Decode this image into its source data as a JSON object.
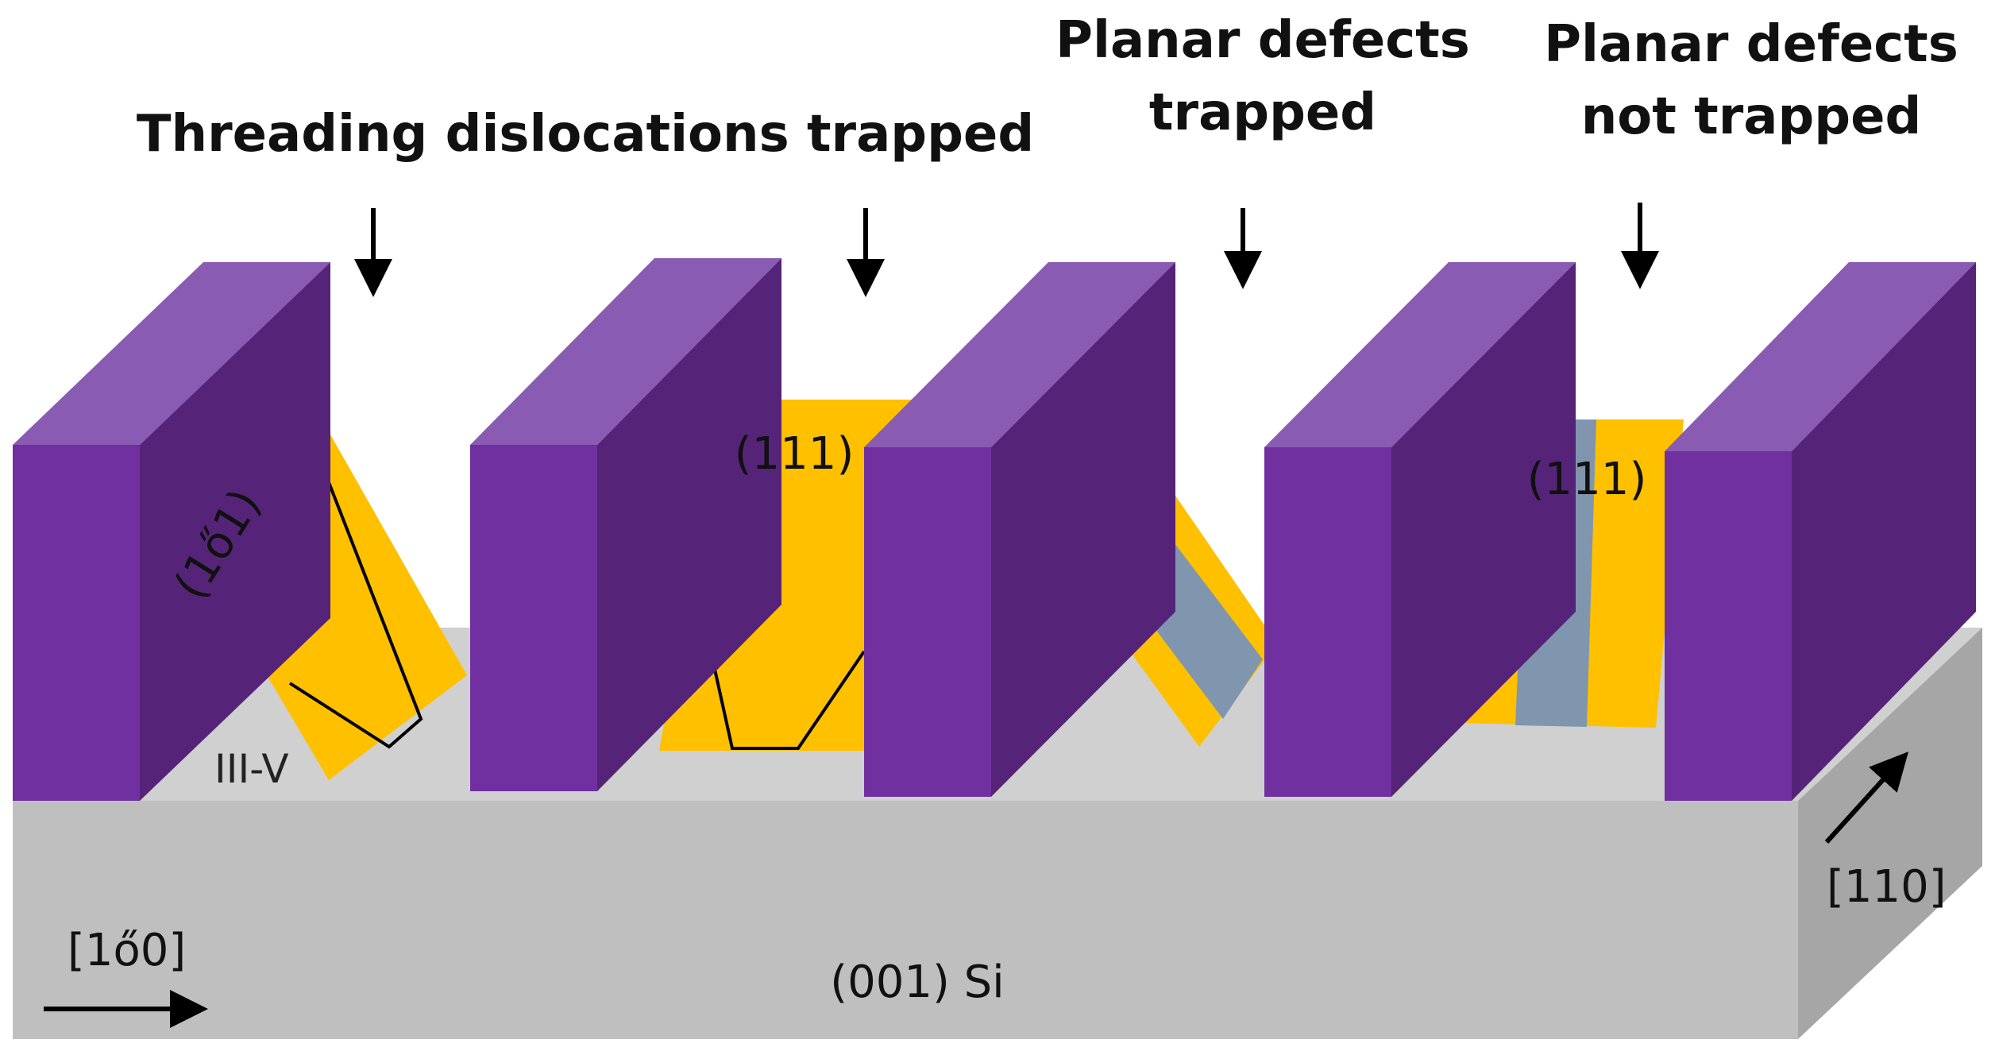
{
  "labels": {
    "threading": "Threading dislocations trapped",
    "planar_trapped_l1": "Planar defects",
    "planar_trapped_l2": "trapped",
    "planar_not_l1": "Planar defects",
    "planar_not_l2": "not trapped",
    "plane_1_1bar_1": "(1ő1)",
    "plane_111_a": "(111)",
    "plane_111_b": "(111)",
    "material": "III-V",
    "substrate": "(001) Si",
    "dir_1_1bar_0": "[1ő0]",
    "dir_110": "[110]"
  },
  "colors": {
    "pillar_front": "#7030A0",
    "pillar_top": "#8A5BB3",
    "pillar_side": "#552479",
    "crystal": "#FFC000",
    "defect_band": "#7F96AE",
    "substrate_front": "#BFBFBF",
    "substrate_top": "#D0D0D0",
    "substrate_side": "#A6A6A6"
  }
}
